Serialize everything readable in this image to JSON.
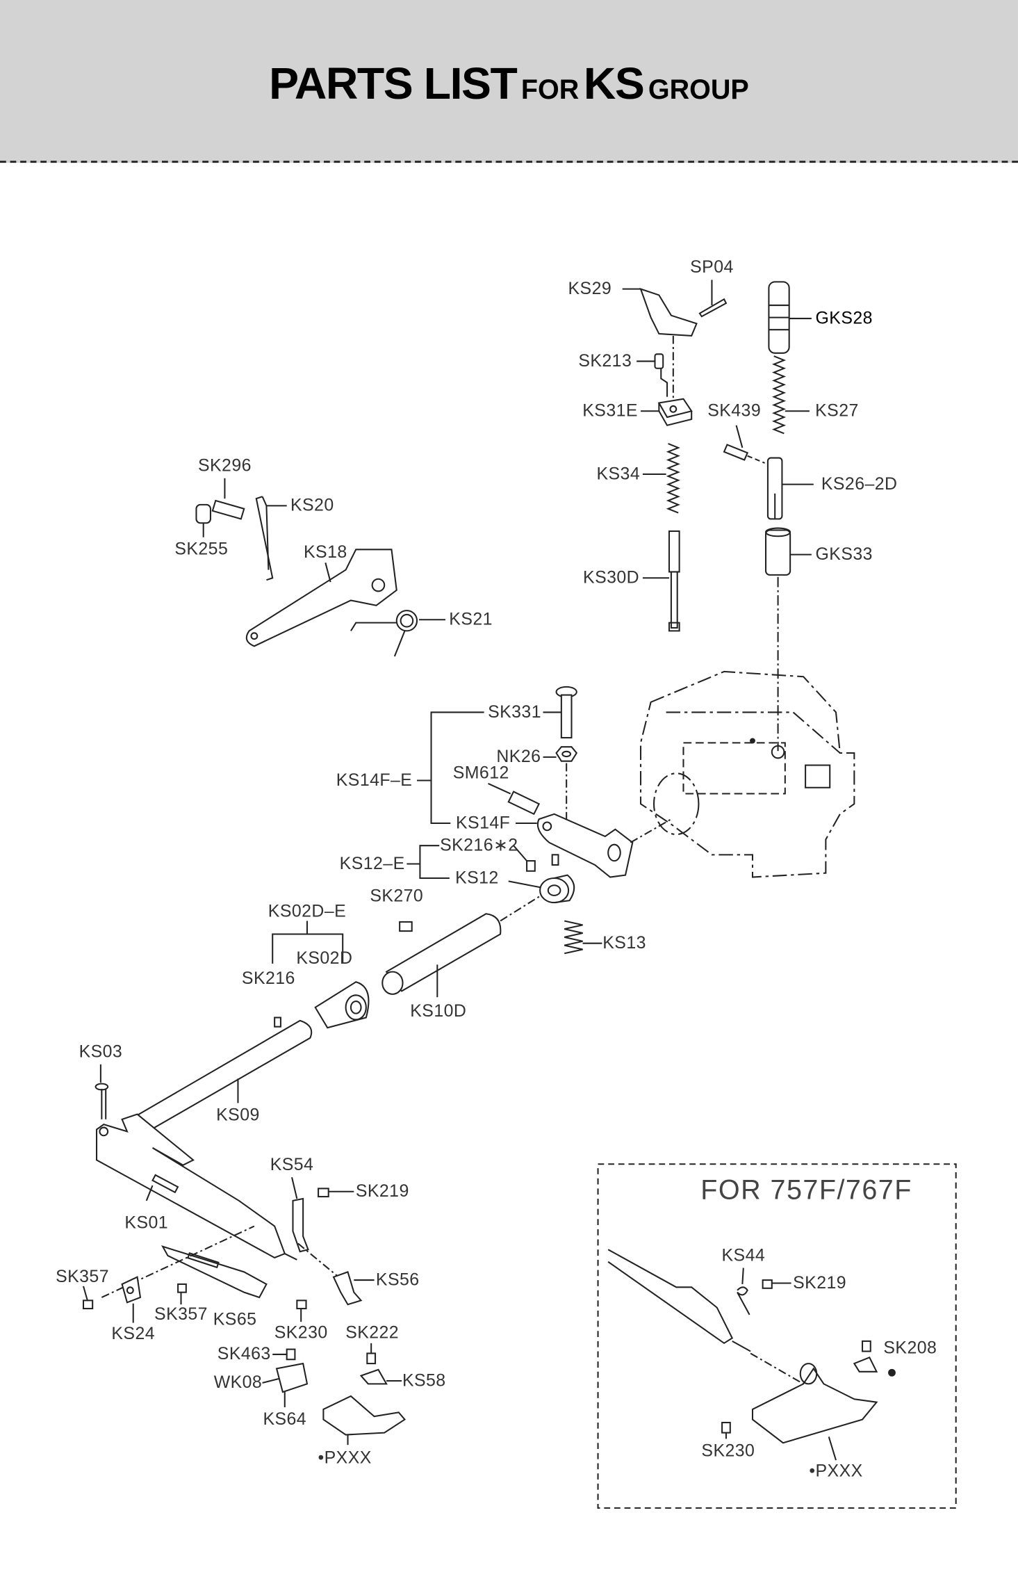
{
  "header": {
    "title_main": "PARTS LIST",
    "title_for": "FOR",
    "title_group_code": "KS",
    "title_group": "GROUP"
  },
  "labels": {
    "sp04": "SP04",
    "ks29": "KS29",
    "gks28": "GKS28",
    "sk213": "SK213",
    "ks31e": "KS31E",
    "sk439": "SK439",
    "ks27": "KS27",
    "ks34": "KS34",
    "ks26_2d": "KS26–2D",
    "gks33": "GKS33",
    "ks30d": "KS30D",
    "sk296": "SK296",
    "ks20": "KS20",
    "sk255": "SK255",
    "ks18": "KS18",
    "ks21": "KS21",
    "sk331": "SK331",
    "nk26": "NK26",
    "ks14f_e": "KS14F–E",
    "sm612": "SM612",
    "ks14f": "KS14F",
    "sk216x2": "SK216∗2",
    "ks12_e": "KS12–E",
    "ks12": "KS12",
    "sk270": "SK270",
    "ks02d_e": "KS02D–E",
    "ks02d": "KS02D",
    "sk216": "SK216",
    "ks13": "KS13",
    "ks10d": "KS10D",
    "ks03": "KS03",
    "ks09": "KS09",
    "ks54": "KS54",
    "sk219": "SK219",
    "ks01": "KS01",
    "sk357_a": "SK357",
    "ks56": "KS56",
    "sk357_b": "SK357",
    "ks65": "KS65",
    "ks24": "KS24",
    "sk230": "SK230",
    "sk222": "SK222",
    "sk463": "SK463",
    "wk08": "WK08",
    "ks58": "KS58",
    "ks64": "KS64",
    "pxxx": "•PXXX"
  },
  "inset": {
    "title": "FOR 757F/767F",
    "labels": {
      "ks44": "KS44",
      "sk219": "SK219",
      "sk208": "SK208",
      "sk230": "SK230",
      "pxxx": "•PXXX"
    }
  }
}
